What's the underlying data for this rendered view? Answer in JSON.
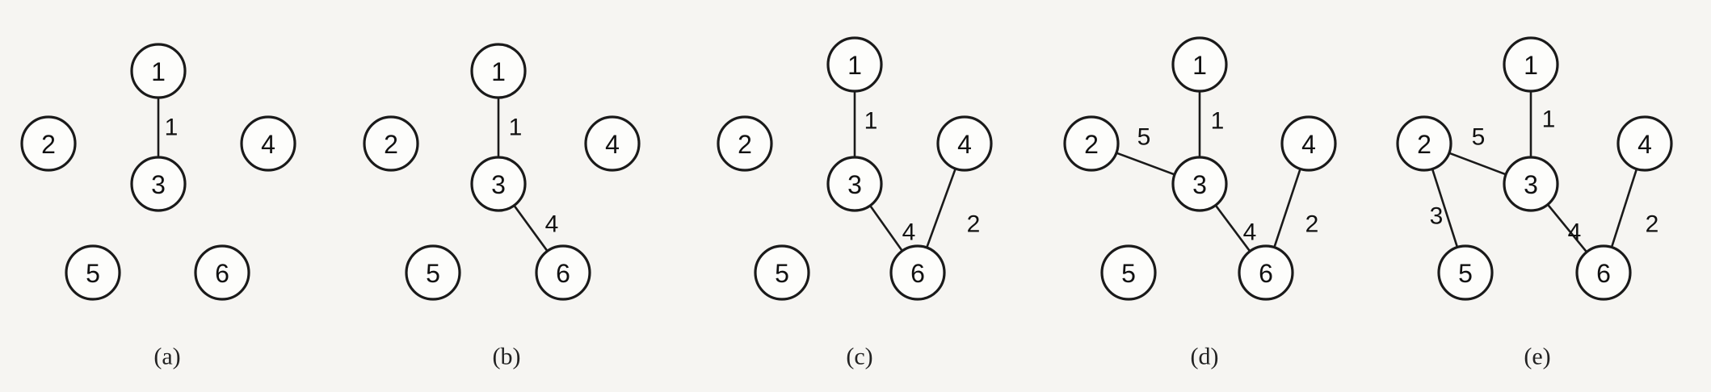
{
  "figure": {
    "panels": [
      {
        "label": "(a)",
        "nodes": [
          "1",
          "2",
          "3",
          "4",
          "5",
          "6"
        ],
        "edges": [
          {
            "from": "1",
            "to": "3",
            "weight": "1"
          }
        ]
      },
      {
        "label": "(b)",
        "nodes": [
          "1",
          "2",
          "3",
          "4",
          "5",
          "6"
        ],
        "edges": [
          {
            "from": "1",
            "to": "3",
            "weight": "1"
          },
          {
            "from": "3",
            "to": "6",
            "weight": "4"
          }
        ]
      },
      {
        "label": "(c)",
        "nodes": [
          "1",
          "2",
          "3",
          "4",
          "5",
          "6"
        ],
        "edges": [
          {
            "from": "1",
            "to": "3",
            "weight": "1"
          },
          {
            "from": "3",
            "to": "6",
            "weight": "4"
          },
          {
            "from": "6",
            "to": "4",
            "weight": "2"
          }
        ]
      },
      {
        "label": "(d)",
        "nodes": [
          "1",
          "2",
          "3",
          "4",
          "5",
          "6"
        ],
        "edges": [
          {
            "from": "1",
            "to": "3",
            "weight": "1"
          },
          {
            "from": "2",
            "to": "3",
            "weight": "5"
          },
          {
            "from": "3",
            "to": "6",
            "weight": "4"
          },
          {
            "from": "6",
            "to": "4",
            "weight": "2"
          }
        ]
      },
      {
        "label": "(e)",
        "nodes": [
          "1",
          "2",
          "3",
          "4",
          "5",
          "6"
        ],
        "edges": [
          {
            "from": "1",
            "to": "3",
            "weight": "1"
          },
          {
            "from": "2",
            "to": "3",
            "weight": "5"
          },
          {
            "from": "2",
            "to": "5",
            "weight": "3"
          },
          {
            "from": "3",
            "to": "6",
            "weight": "4"
          },
          {
            "from": "6",
            "to": "4",
            "weight": "2"
          }
        ]
      }
    ]
  }
}
